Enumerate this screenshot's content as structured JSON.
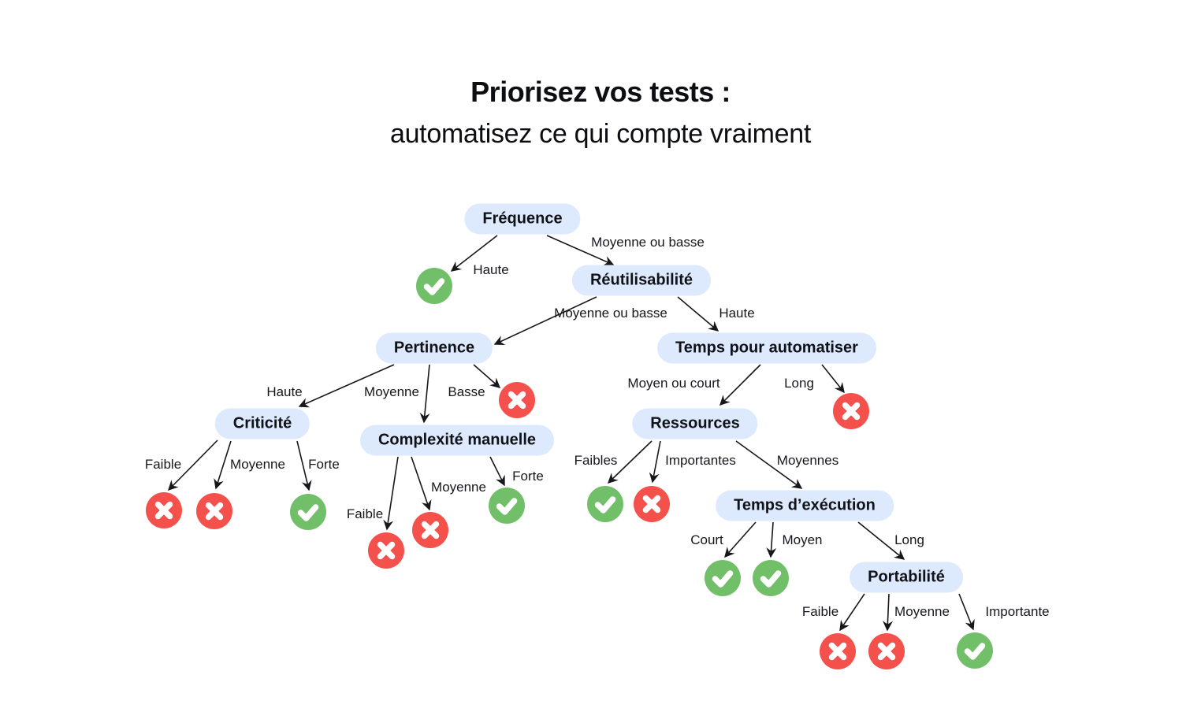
{
  "title": {
    "line1": "Priorisez vos tests :",
    "line2": "automatisez ce qui compte vraiment"
  },
  "colors": {
    "background": "#ffffff",
    "node_bg": "#dde9fc",
    "node_text": "#101217",
    "edge_line": "#17181c",
    "label_text": "#16171c",
    "approve": "#72bf6a",
    "reject": "#f4504c",
    "icon_glyph": "#ffffff"
  },
  "icons": {
    "approve": "check-icon (automatiser)",
    "reject": "cross-icon (ne pas automatiser)"
  },
  "nodes": {
    "frequence": {
      "label": "Fréquence"
    },
    "reutilisabilite": {
      "label": "Réutilisabilité"
    },
    "pertinence": {
      "label": "Pertinence"
    },
    "temps_pour_automatiser": {
      "label": "Temps pour automatiser"
    },
    "criticite": {
      "label": "Criticité"
    },
    "complexite_manuelle": {
      "label": "Complexité manuelle"
    },
    "ressources": {
      "label": "Ressources"
    },
    "temps_execution": {
      "label": "Temps d’exécution"
    },
    "portabilite": {
      "label": "Portabilité"
    }
  },
  "edges": [
    {
      "from": "frequence",
      "to": "approve",
      "label": "Haute"
    },
    {
      "from": "frequence",
      "to": "reutilisabilite",
      "label": "Moyenne ou basse"
    },
    {
      "from": "reutilisabilite",
      "to": "pertinence",
      "label": "Moyenne ou basse"
    },
    {
      "from": "reutilisabilite",
      "to": "temps_pour_automatiser",
      "label": "Haute"
    },
    {
      "from": "pertinence",
      "to": "criticite",
      "label": "Haute"
    },
    {
      "from": "pertinence",
      "to": "complexite_manuelle",
      "label": "Moyenne"
    },
    {
      "from": "pertinence",
      "to": "reject",
      "label": "Basse"
    },
    {
      "from": "temps_pour_automatiser",
      "to": "ressources",
      "label": "Moyen ou court"
    },
    {
      "from": "temps_pour_automatiser",
      "to": "reject",
      "label": "Long"
    },
    {
      "from": "criticite",
      "to": "reject",
      "label": "Faible"
    },
    {
      "from": "criticite",
      "to": "reject",
      "label": "Moyenne"
    },
    {
      "from": "criticite",
      "to": "approve",
      "label": "Forte"
    },
    {
      "from": "complexite_manuelle",
      "to": "reject",
      "label": "Faible"
    },
    {
      "from": "complexite_manuelle",
      "to": "reject",
      "label": "Moyenne"
    },
    {
      "from": "complexite_manuelle",
      "to": "approve",
      "label": "Forte"
    },
    {
      "from": "ressources",
      "to": "approve",
      "label": "Faibles"
    },
    {
      "from": "ressources",
      "to": "reject",
      "label": "Importantes"
    },
    {
      "from": "ressources",
      "to": "temps_execution",
      "label": "Moyennes"
    },
    {
      "from": "temps_execution",
      "to": "approve",
      "label": "Court"
    },
    {
      "from": "temps_execution",
      "to": "approve",
      "label": "Moyen"
    },
    {
      "from": "temps_execution",
      "to": "portabilite",
      "label": "Long"
    },
    {
      "from": "portabilite",
      "to": "reject",
      "label": "Faible"
    },
    {
      "from": "portabilite",
      "to": "reject",
      "label": "Moyenne"
    },
    {
      "from": "portabilite",
      "to": "approve",
      "label": "Importante"
    }
  ]
}
